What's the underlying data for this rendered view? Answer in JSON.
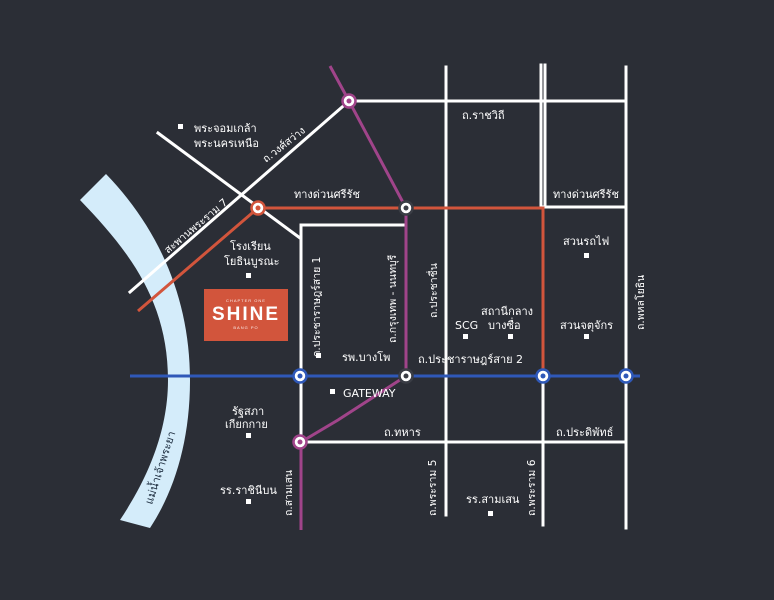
{
  "map": {
    "colors": {
      "background": "#2b2e36",
      "road": "#ffffff",
      "river": "#d4ecfa",
      "purple_line": "#a0448a",
      "red_line": "#d2553c",
      "blue_line": "#2f58b8",
      "logo_bg": "#d2553c"
    },
    "river_label": "แม่น้ำเจ้าพระยา",
    "roads": {
      "ratchawithi": "ถ.ราชวิถี",
      "wongsawang": "ถ.วงศ์สว่าง",
      "bridge": "สะพานพระราม 7",
      "si_rat_top": "ทางด่วนศรีรัช",
      "si_rat_right": "ทางด่วนศรีรัช",
      "pracharat_1": "ถ.ประชาราษฎร์สาย 1",
      "krung_thep_nonthaburi": "ถ.กรุงเทพ - นนทบุรี",
      "pracha_chuen": "ถ.ประชาชื่น",
      "pracharat_2": "ถ.ประชาราษฎร์สาย 2",
      "phahonyothin": "ถ.พหลโยธิน",
      "thahan": "ถ.ทหาร",
      "pradiphat": "ถ.ประดิพัทธ์",
      "sam_sen": "ถ.สามเสน",
      "rama5": "ถ.พระราม 5",
      "rama6": "ถ.พระราม 6"
    },
    "places": {
      "pra_chom_klao_1": "พระจอมเกล้า",
      "pra_chom_klao_2": "พระนครเหนือ",
      "yothin_1": "โรงเรียน",
      "yothin_2": "โยธินบูรณะ",
      "bang_pho_hospital": "รพ.บางโพ",
      "gateway": "GATEWAY",
      "parliament_1": "รัฐสภา",
      "parliament_2": "เกียกกาย",
      "ratchawinit": "รร.ราชินีบน",
      "scg": "SCG",
      "bangsue_1": "สถานีกลาง",
      "bangsue_2": "บางซื่อ",
      "rot_fai_park": "สวนรถไฟ",
      "chatuchak_park": "สวนจตุจักร",
      "samsen_school": "รร.สามเสน"
    },
    "logo": {
      "top_line": "CHAPTER ONE",
      "name": "SHINE",
      "bottom_line": "BANG PO"
    }
  }
}
